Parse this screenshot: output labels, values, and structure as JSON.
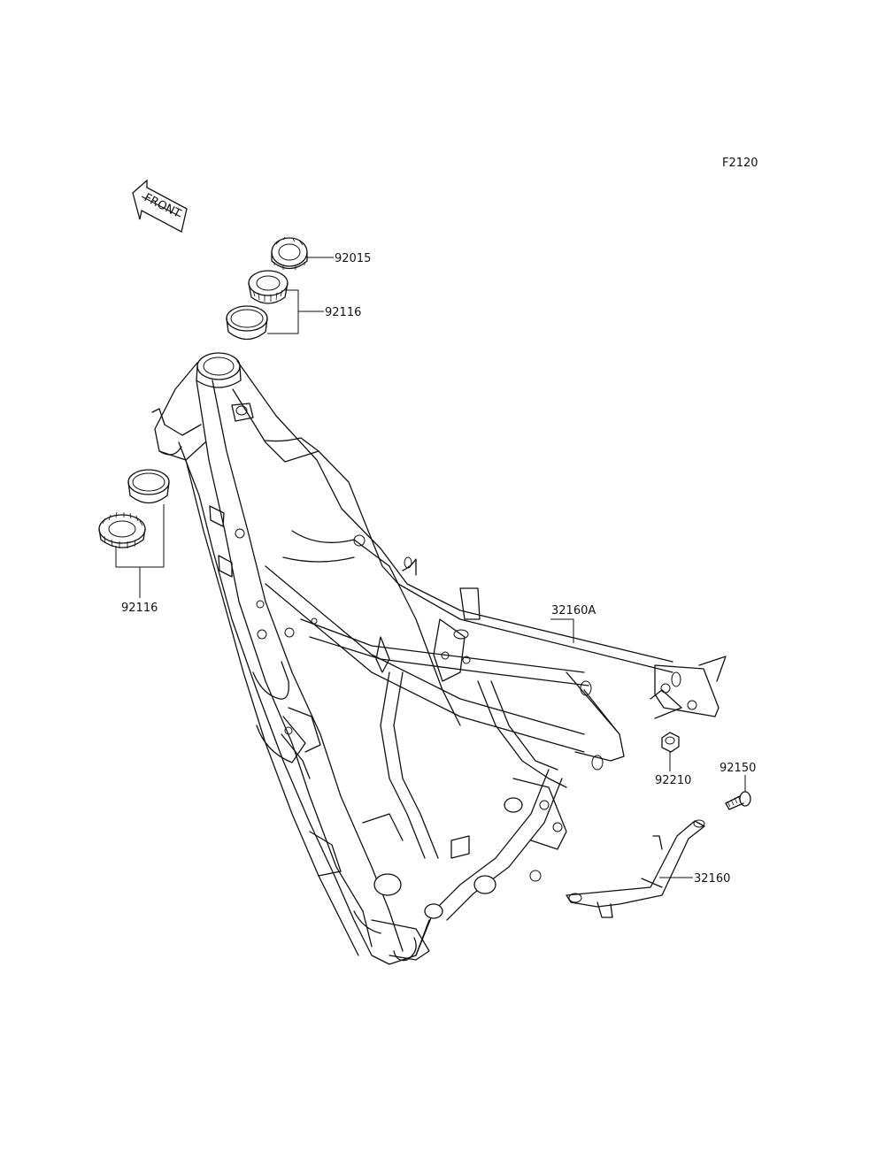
{
  "figure_code": "F2120",
  "front_marker": "FRONT",
  "parts": {
    "steering_stem_nut": "92015",
    "upper_bearing": "92116",
    "lower_bearing": "92116",
    "frame": "32160A",
    "nut": "92210",
    "bolt": "92150",
    "bracket": "32160"
  }
}
